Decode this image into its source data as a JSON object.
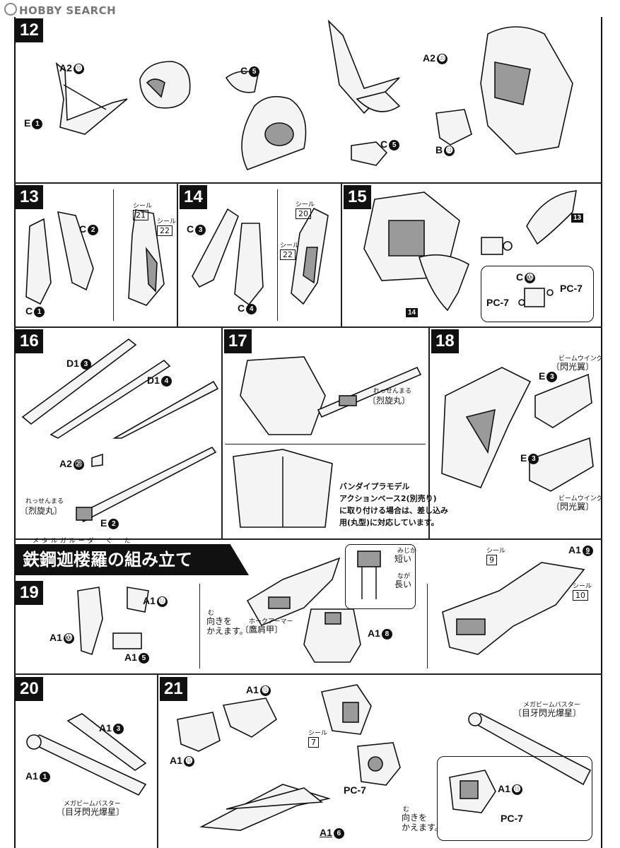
{
  "header": {
    "logo_text": "HOBBY SEARCH"
  },
  "steps": {
    "s12": {
      "num": "12",
      "labels": {
        "a2_19": "A2",
        "a2_19_n": "⓳",
        "e1": "E",
        "e1_n": "1",
        "c5a": "C",
        "c5a_n": "5",
        "c5b": "C",
        "c5b_n": "5",
        "a2_20": "A2",
        "a2_20_n": "⓴",
        "b13": "B",
        "b13_n": "⓭"
      }
    },
    "s13": {
      "num": "13",
      "labels": {
        "c2": "C",
        "c2_n": "2",
        "c1": "C",
        "c1_n": "1"
      },
      "seal_word_a": "シール",
      "seal_a": "21",
      "seal_word_b": "シール",
      "seal_b": "22"
    },
    "s14": {
      "num": "14",
      "labels": {
        "c3": "C",
        "c3_n": "3",
        "c4": "C",
        "c4_n": "4"
      },
      "seal_word_a": "シール",
      "seal_a": "20",
      "seal_word_b": "シール",
      "seal_b": "22"
    },
    "s15": {
      "num": "15",
      "ref_a": "13",
      "ref_b": "14",
      "labels": {
        "c10": "C",
        "c10_n": "⓾",
        "pc7a": "PC-7",
        "pc7b": "PC-7"
      }
    },
    "s16": {
      "num": "16",
      "labels": {
        "d1_3": "D1",
        "d1_3_n": "3",
        "d1_4": "D1",
        "d1_4_n": "4",
        "a2_21": "A2",
        "a2_21_n": "㉑",
        "e2": "E",
        "e2_n": "2"
      },
      "ruby": "れっせんまる",
      "name": "〔烈旋丸〕"
    },
    "s17": {
      "num": "17",
      "ruby": "れっせんまる",
      "name": "〔烈旋丸〕",
      "note_lines": [
        "バンダイプラモデル",
        "アクションベース2(別売り)",
        "に取り付ける場合は、差し込み",
        "用(丸型)に対応しています。"
      ]
    },
    "s18": {
      "num": "18",
      "ruby_a": "ビームウイング",
      "name_a": "〔閃光翼〕",
      "ruby_b": "ビームウイング",
      "name_b": "〔閃光翼〕",
      "labels": {
        "e3a": "E",
        "e3a_n": "3",
        "e3b": "E",
        "e3b_n": "3"
      }
    },
    "section": {
      "ruby": "メタルガルーダ　く　た",
      "title": "鉄鋼迦楼羅の組み立て"
    },
    "s19": {
      "num": "19",
      "labels": {
        "a1_12": "A1",
        "a1_12_n": "⓬",
        "a1_10": "A1",
        "a1_10_n": "⓾",
        "a1_5": "A1",
        "a1_5_n": "5",
        "a1_8": "A1",
        "a1_8_n": "8",
        "a1_9": "A1",
        "a1_9_n": "9"
      },
      "turn_ruby": "む",
      "turn": "向きを",
      "turn2": "かえます。",
      "armor_ruby": "ホークアーマー",
      "armor": "〔鷹肩甲〕",
      "short_ruby": "みじか",
      "short": "短い",
      "long_ruby": "なが",
      "long": "長い",
      "seal_word_a": "シール",
      "seal_a": "9",
      "seal_word_b": "シール",
      "seal_b": "10"
    },
    "s20": {
      "num": "20",
      "labels": {
        "a1_3": "A1",
        "a1_3_n": "3",
        "a1_1": "A1",
        "a1_1_n": "1"
      },
      "ruby": "メガビームバスター",
      "name": "〔目牙閃光爆星〕"
    },
    "s21": {
      "num": "21",
      "labels": {
        "a1_15": "A1",
        "a1_15_n": "⓯",
        "a1_16": "A1",
        "a1_16_n": "⓰",
        "a1_6": "A1",
        "a1_6_n": "6",
        "a1_18": "A1",
        "a1_18_n": "⓲",
        "pc7a": "PC-7",
        "pc7b": "PC-7"
      },
      "seal_word": "シール",
      "seal": "7",
      "ruby": "メガビームバスター",
      "name": "〔目牙閃光爆星〕",
      "turn_ruby": "む",
      "turn": "向きを",
      "turn2": "かえます。"
    }
  }
}
